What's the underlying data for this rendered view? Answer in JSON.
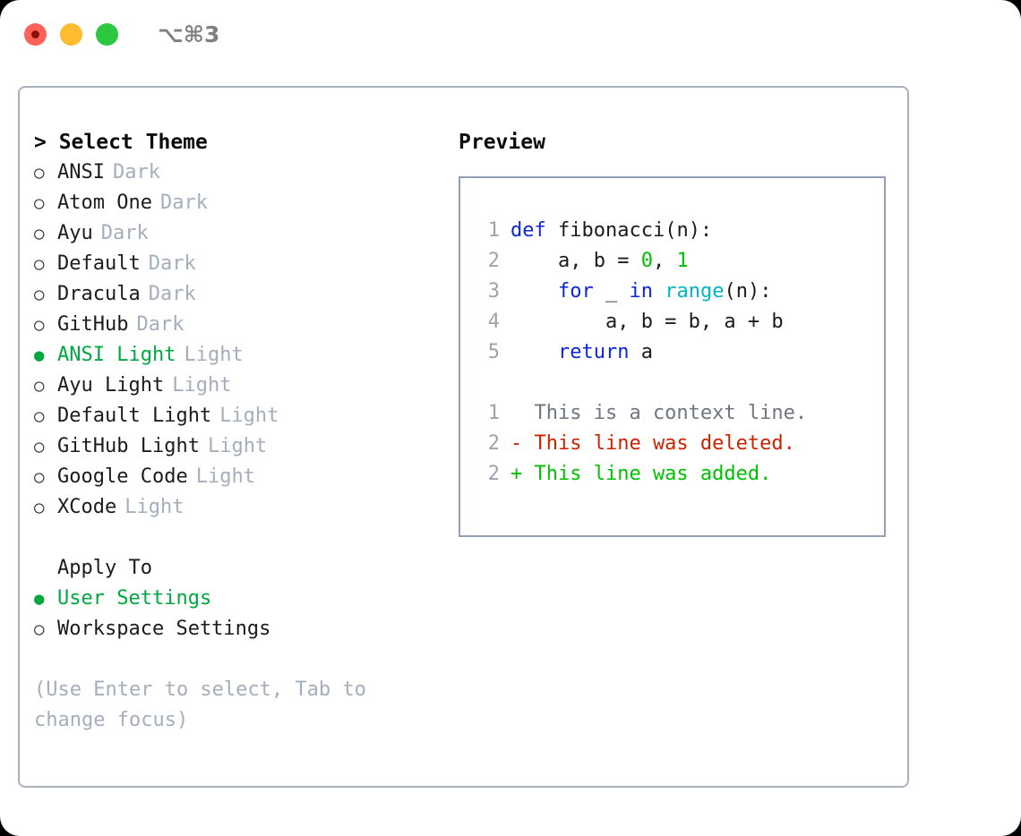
{
  "window": {
    "shortcut": "⌥⌘3",
    "traffic_lights": [
      {
        "name": "close",
        "color": "#ff6159"
      },
      {
        "name": "minimize",
        "color": "#febc2e"
      },
      {
        "name": "maximize",
        "color": "#2bc840"
      }
    ]
  },
  "theme_panel": {
    "title": "> Select Theme",
    "title_prefix": ">",
    "title_text": "Select Theme",
    "options": [
      {
        "marker": "○",
        "selected": false,
        "label": "ANSI",
        "suffix": "Dark"
      },
      {
        "marker": "○",
        "selected": false,
        "label": "Atom One",
        "suffix": "Dark"
      },
      {
        "marker": "○",
        "selected": false,
        "label": "Ayu",
        "suffix": "Dark"
      },
      {
        "marker": "○",
        "selected": false,
        "label": "Default",
        "suffix": "Dark"
      },
      {
        "marker": "○",
        "selected": false,
        "label": "Dracula",
        "suffix": "Dark"
      },
      {
        "marker": "○",
        "selected": false,
        "label": "GitHub",
        "suffix": "Dark"
      },
      {
        "marker": "●",
        "selected": true,
        "label": "ANSI Light",
        "suffix": "Light"
      },
      {
        "marker": "○",
        "selected": false,
        "label": "Ayu Light",
        "suffix": "Light"
      },
      {
        "marker": "○",
        "selected": false,
        "label": "Default Light",
        "suffix": "Light"
      },
      {
        "marker": "○",
        "selected": false,
        "label": "GitHub Light",
        "suffix": "Light"
      },
      {
        "marker": "○",
        "selected": false,
        "label": "Google Code",
        "suffix": "Light"
      },
      {
        "marker": "○",
        "selected": false,
        "label": "XCode",
        "suffix": "Light"
      }
    ]
  },
  "apply_to": {
    "heading": "Apply To",
    "options": [
      {
        "marker": "●",
        "selected": true,
        "label": "User Settings"
      },
      {
        "marker": "○",
        "selected": false,
        "label": "Workspace Settings"
      }
    ]
  },
  "hint": "(Use Enter to select, Tab to change focus)",
  "preview": {
    "title": "Preview",
    "code_lines": [
      {
        "no": "1",
        "tokens": [
          {
            "t": "def",
            "c": "kw"
          },
          {
            "t": " fibonacci(n):",
            "c": "plain"
          }
        ]
      },
      {
        "no": "2",
        "tokens": [
          {
            "t": "    a, b = ",
            "c": "plain"
          },
          {
            "t": "0",
            "c": "num"
          },
          {
            "t": ", ",
            "c": "plain"
          },
          {
            "t": "1",
            "c": "num"
          }
        ]
      },
      {
        "no": "3",
        "tokens": [
          {
            "t": "    ",
            "c": "plain"
          },
          {
            "t": "for",
            "c": "kw"
          },
          {
            "t": " _ ",
            "c": "plain"
          },
          {
            "t": "in",
            "c": "kw"
          },
          {
            "t": " ",
            "c": "plain"
          },
          {
            "t": "range",
            "c": "fn"
          },
          {
            "t": "(n):",
            "c": "plain"
          }
        ]
      },
      {
        "no": "4",
        "tokens": [
          {
            "t": "        a, b = b, a + b",
            "c": "plain"
          }
        ]
      },
      {
        "no": "5",
        "tokens": [
          {
            "t": "    ",
            "c": "plain"
          },
          {
            "t": "return",
            "c": "kw"
          },
          {
            "t": " a",
            "c": "plain"
          }
        ]
      }
    ],
    "diff_lines": [
      {
        "no": "1",
        "kind": "ctx",
        "text": "  This is a context line."
      },
      {
        "no": "2",
        "kind": "del",
        "text": "- This line was deleted."
      },
      {
        "no": "2",
        "kind": "add",
        "text": "+ This line was added."
      }
    ]
  },
  "colors": {
    "accent_green": "#00a83f",
    "muted_gray": "#a5aebc",
    "border": "#93a0b4",
    "keyword_blue": "#0d27d8",
    "function_cyan": "#00b6c4",
    "number_green": "#00c000",
    "diff_delete_red": "#cc2200",
    "diff_add_green": "#00c000",
    "line_number_gray": "#9aa3af"
  }
}
